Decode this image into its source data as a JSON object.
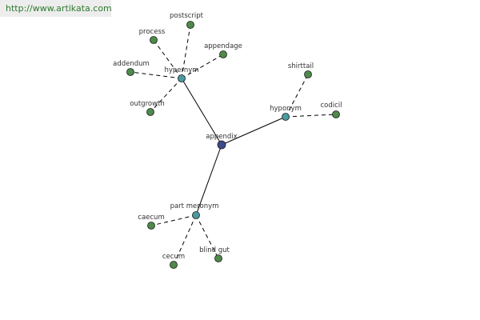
{
  "banner": {
    "url_text": "http://www.artikata.com"
  },
  "colors": {
    "banner_text": "#2c7a2c",
    "banner_bg": "#ededed",
    "center_node": "#3c4a8c",
    "relation_node": "#4a9aa0",
    "leaf_node": "#4f8a4a",
    "edge": "#000000"
  },
  "graph": {
    "center": {
      "id": "appendix",
      "label": "appendix"
    },
    "relations": [
      {
        "id": "hypernym",
        "label": "hypernym"
      },
      {
        "id": "hyponym",
        "label": "hyponym"
      },
      {
        "id": "part-meronym",
        "label": "part meronym"
      }
    ],
    "leaves": [
      {
        "id": "postscript",
        "label": "postscript",
        "parent": "hypernym"
      },
      {
        "id": "process",
        "label": "process",
        "parent": "hypernym"
      },
      {
        "id": "appendage",
        "label": "appendage",
        "parent": "hypernym"
      },
      {
        "id": "addendum",
        "label": "addendum",
        "parent": "hypernym"
      },
      {
        "id": "outgrowth",
        "label": "outgrowth",
        "parent": "hypernym"
      },
      {
        "id": "shirttail",
        "label": "shirttail",
        "parent": "hyponym"
      },
      {
        "id": "codicil",
        "label": "codicil",
        "parent": "hyponym"
      },
      {
        "id": "caecum",
        "label": "caecum",
        "parent": "part-meronym"
      },
      {
        "id": "cecum",
        "label": "cecum",
        "parent": "part-meronym"
      },
      {
        "id": "blind-gut",
        "label": "blind gut",
        "parent": "part-meronym"
      }
    ]
  }
}
